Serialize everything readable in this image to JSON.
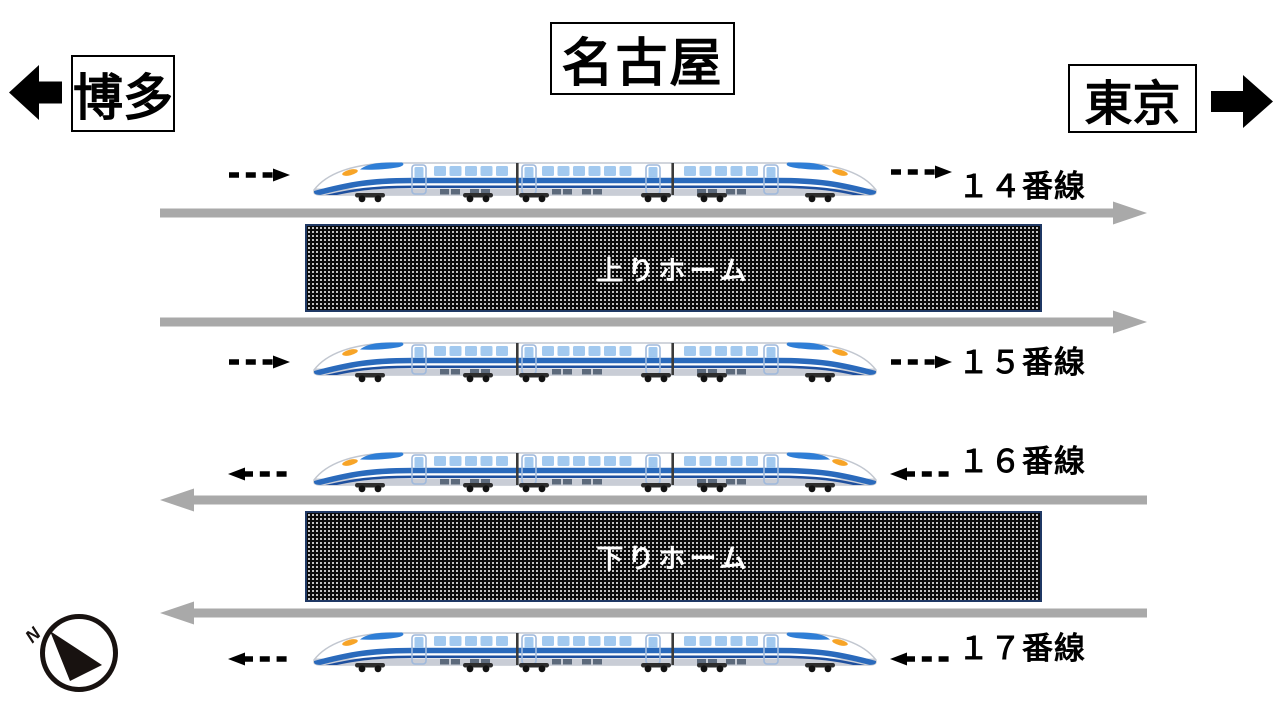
{
  "station": {
    "name": "名古屋"
  },
  "destinations": {
    "west": "博多",
    "east": "東京"
  },
  "platforms": {
    "up": "上りホーム",
    "down": "下りホーム"
  },
  "tracks": [
    {
      "label": "１４番線",
      "direction": "east"
    },
    {
      "label": "１５番線",
      "direction": "east"
    },
    {
      "label": "１６番線",
      "direction": "west"
    },
    {
      "label": "１７番線",
      "direction": "west"
    }
  ],
  "compass": {
    "north": "N"
  },
  "colors": {
    "track_gray": "#a9a9a9",
    "platform_bg": "#0a0a0a",
    "platform_border": "#1f3864",
    "arrow_black": "#000000",
    "train_stripe_blue": "#2a6abc",
    "train_stripe_navy": "#1d4f9e",
    "train_window_blue": "#a2c9ef",
    "train_skirt_gray": "#c9cdd6",
    "cockpit_blue": "#2f7ed6",
    "headlight_orange": "#f7a427"
  }
}
